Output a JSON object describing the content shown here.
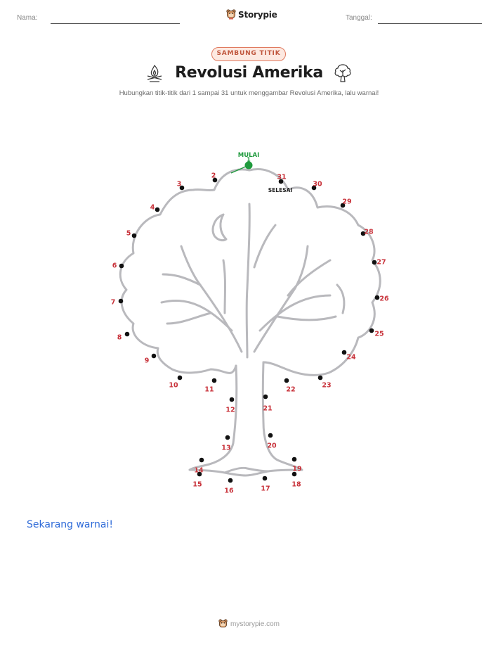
{
  "header": {
    "name_label": "Nama:",
    "date_label": "Tanggal:",
    "brand": "Storypie"
  },
  "badge": "SAMBUNG TITIK",
  "title": "Revolusi Amerika",
  "subtitle": "Hubungkan titik-titik dari 1 sampai 31 untuk menggambar Revolusi Amerika, lalu warnai!",
  "puzzle": {
    "start_label": "MULAI",
    "end_label": "SELESAI",
    "dot_count": 31,
    "accent_color": "#1f9a3d",
    "number_color": "#c8323a",
    "outline_color": "#b9b9bd",
    "labels": [
      "1",
      "2",
      "3",
      "4",
      "5",
      "6",
      "7",
      "8",
      "9",
      "10",
      "11",
      "12",
      "13",
      "14",
      "15",
      "16",
      "17",
      "18",
      "19",
      "20",
      "21",
      "22",
      "23",
      "24",
      "25",
      "26",
      "27",
      "28",
      "29",
      "30",
      "31"
    ]
  },
  "color_note": "Sekarang warnai!",
  "footer": "mystorypie.com"
}
